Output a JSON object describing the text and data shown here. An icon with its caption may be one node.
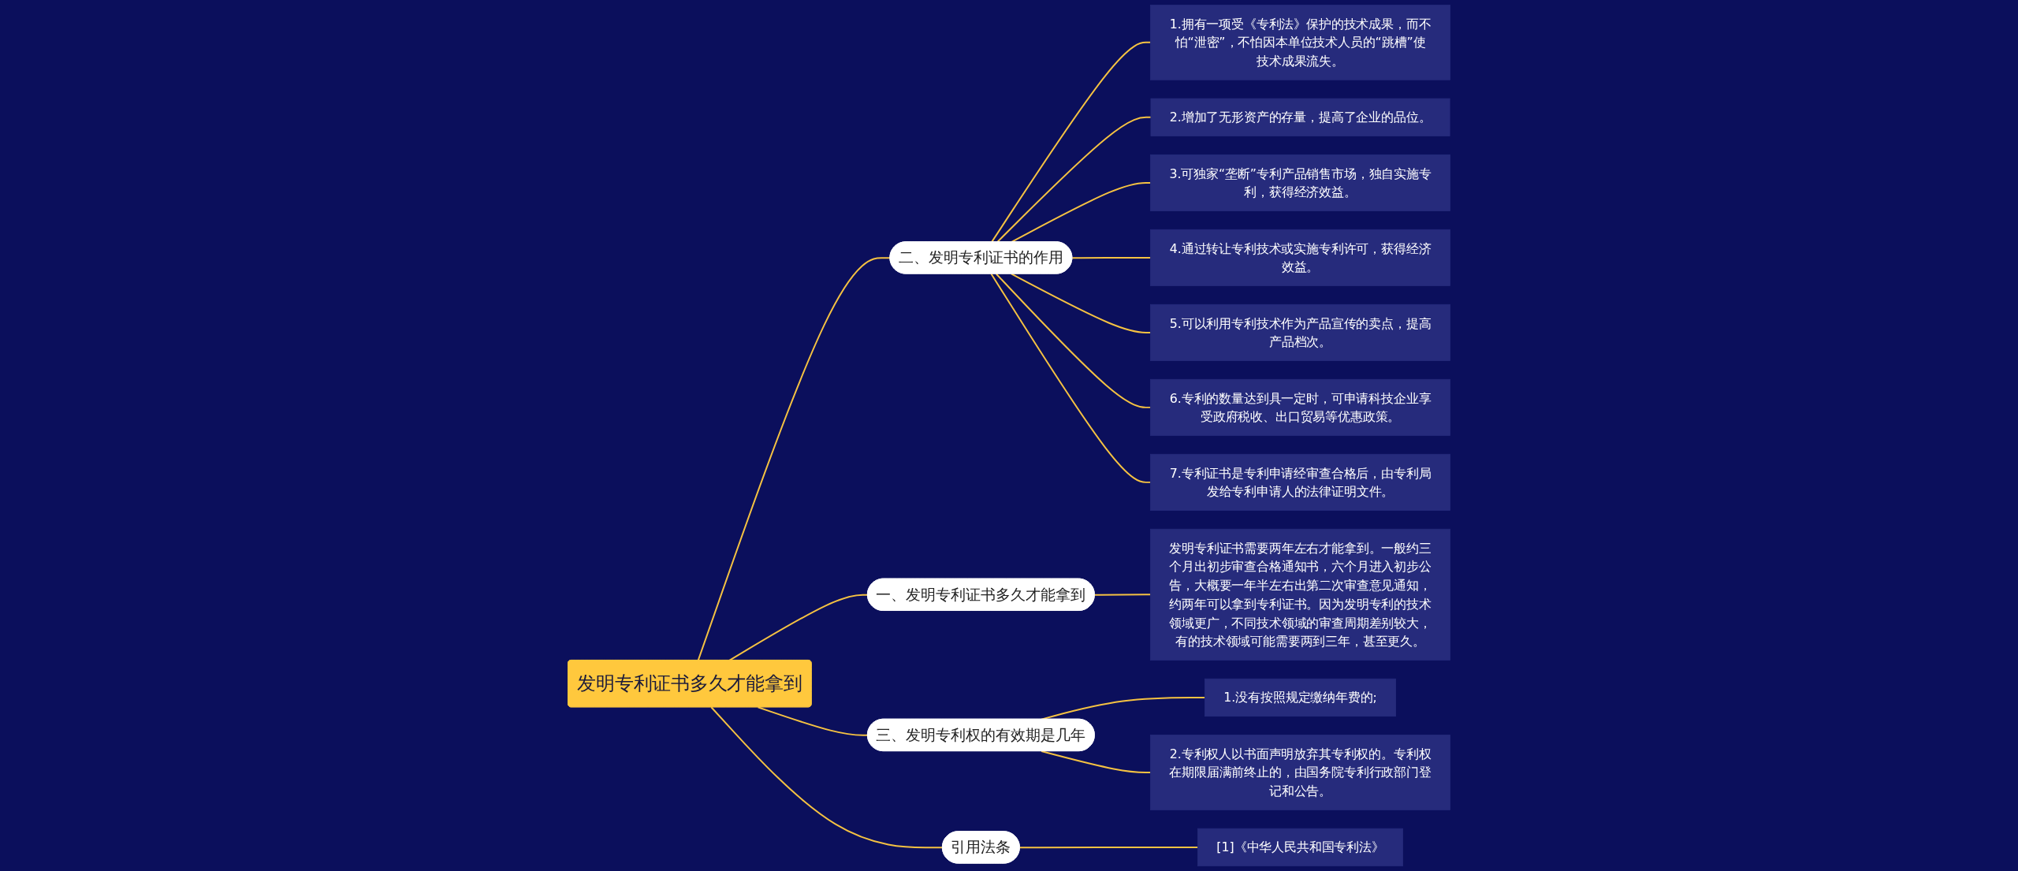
{
  "diagram": {
    "nodes": [
      {
        "text": [
          "发明专利证书多久才能拿到"
        ]
      },
      {
        "text": [
          "二、发明专利证书的作用"
        ]
      },
      {
        "text": [
          "1.拥有一项受《专利法》保护的技术成果，而不怕“泄密”，不怕因本单位技术人员的“跳槽”使技术成果流失。"
        ]
      },
      {
        "text": [
          "2.增加了无形资产的存量，提高了企业的品位。"
        ]
      },
      {
        "text": [
          "3.可独家“垄断”专利产品销售市场，独自实施专利，获得经济效益。"
        ]
      },
      {
        "text": [
          "4.通过转让专利技术或实施专利许可，获得经济效益。"
        ]
      },
      {
        "text": [
          "5.可以利用专利技术作为产品宣传的卖点，提高产品档次。"
        ]
      },
      {
        "text": [
          "6.专利的数量达到具一定时，可申请科技企业享受政府税收、出口贸易等优惠政策。"
        ]
      },
      {
        "text": [
          "7.专利证书是专利申请经审查合格后，由专利局发给专利申请人的法律证明文件。"
        ]
      },
      {
        "text": [
          "一、发明专利证书多久才能拿到"
        ]
      },
      {
        "text": [
          "发明专利证书需要两年左右才能拿到。一般约三个月出初步审查合格通知书，六个月进入初步公告，大概要一年半左右出第二次审查意见通知，约两年可以拿到专利证书。因为发明专利的技术领域更广，不同技术领域的审查周期差别较大，有的技术领域可能需要两到三年，甚至更久。"
        ]
      },
      {
        "text": [
          "三、发明专利权的有效期是几年"
        ]
      },
      {
        "text": [
          "1.没有按照规定缴纳年费的;"
        ]
      },
      {
        "text": [
          "2.专利权人以书面声明放弃其专利权的。专利权在期限届满前终止的，由国务院专利行政部门登记和公告。"
        ]
      },
      {
        "text": [
          "引用法条"
        ]
      },
      {
        "text": [
          "[1]《中华人民共和国专利法》"
        ]
      }
    ],
    "edges": [
      {
        "from": 0,
        "to": 1,
        "arrow": "none"
      },
      {
        "from": 1,
        "to": 2,
        "arrow": "none"
      },
      {
        "from": 1,
        "to": 3,
        "arrow": "none"
      },
      {
        "from": 1,
        "to": 4,
        "arrow": "none"
      },
      {
        "from": 1,
        "to": 5,
        "arrow": "none"
      },
      {
        "from": 1,
        "to": 6,
        "arrow": "none"
      },
      {
        "from": 1,
        "to": 7,
        "arrow": "none"
      },
      {
        "from": 1,
        "to": 8,
        "arrow": "none"
      },
      {
        "from": 0,
        "to": 9,
        "arrow": "none"
      },
      {
        "from": 9,
        "to": 10,
        "arrow": "none"
      },
      {
        "from": 0,
        "to": 11,
        "arrow": "none"
      },
      {
        "from": 11,
        "to": 12,
        "arrow": "none"
      },
      {
        "from": 11,
        "to": 13,
        "arrow": "none"
      },
      {
        "from": 0,
        "to": 14,
        "arrow": "none"
      },
      {
        "from": 14,
        "to": 15,
        "arrow": "none"
      }
    ]
  }
}
